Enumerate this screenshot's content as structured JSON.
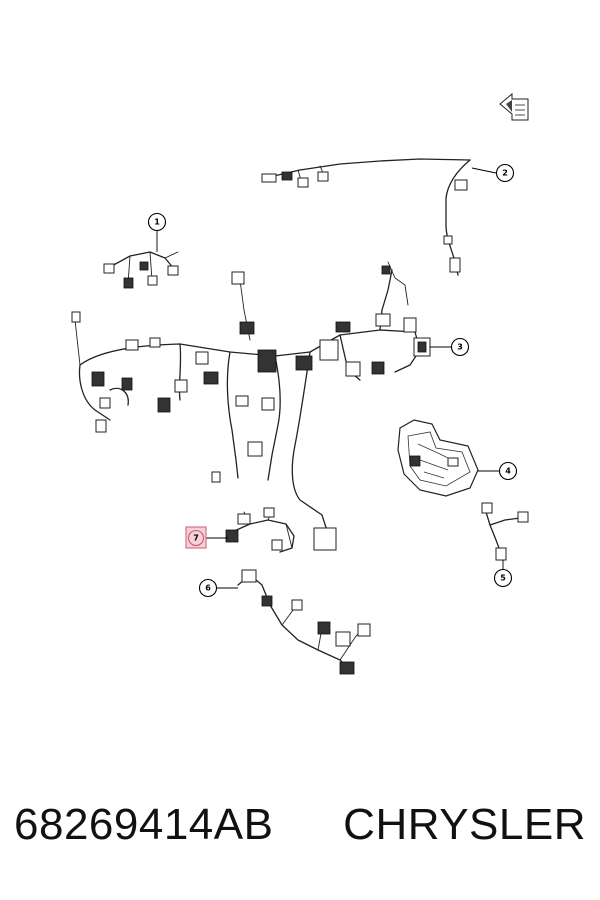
{
  "callouts": [
    {
      "id": "c1",
      "label": "1",
      "highlighted": false
    },
    {
      "id": "c2",
      "label": "2",
      "highlighted": false
    },
    {
      "id": "c3",
      "label": "3",
      "highlighted": false
    },
    {
      "id": "c4",
      "label": "4",
      "highlighted": false
    },
    {
      "id": "c5",
      "label": "5",
      "highlighted": false
    },
    {
      "id": "c6",
      "label": "6",
      "highlighted": false
    },
    {
      "id": "c7",
      "label": "7",
      "highlighted": true
    }
  ],
  "footer": {
    "part_number": "68269414AB",
    "brand": "CHRYSLER"
  },
  "colors": {
    "highlight_fill": "#f6d0d4",
    "highlight_stroke": "#c46070",
    "line": "#222222"
  },
  "icons": {
    "orientation": "direction-arrow-icon"
  }
}
